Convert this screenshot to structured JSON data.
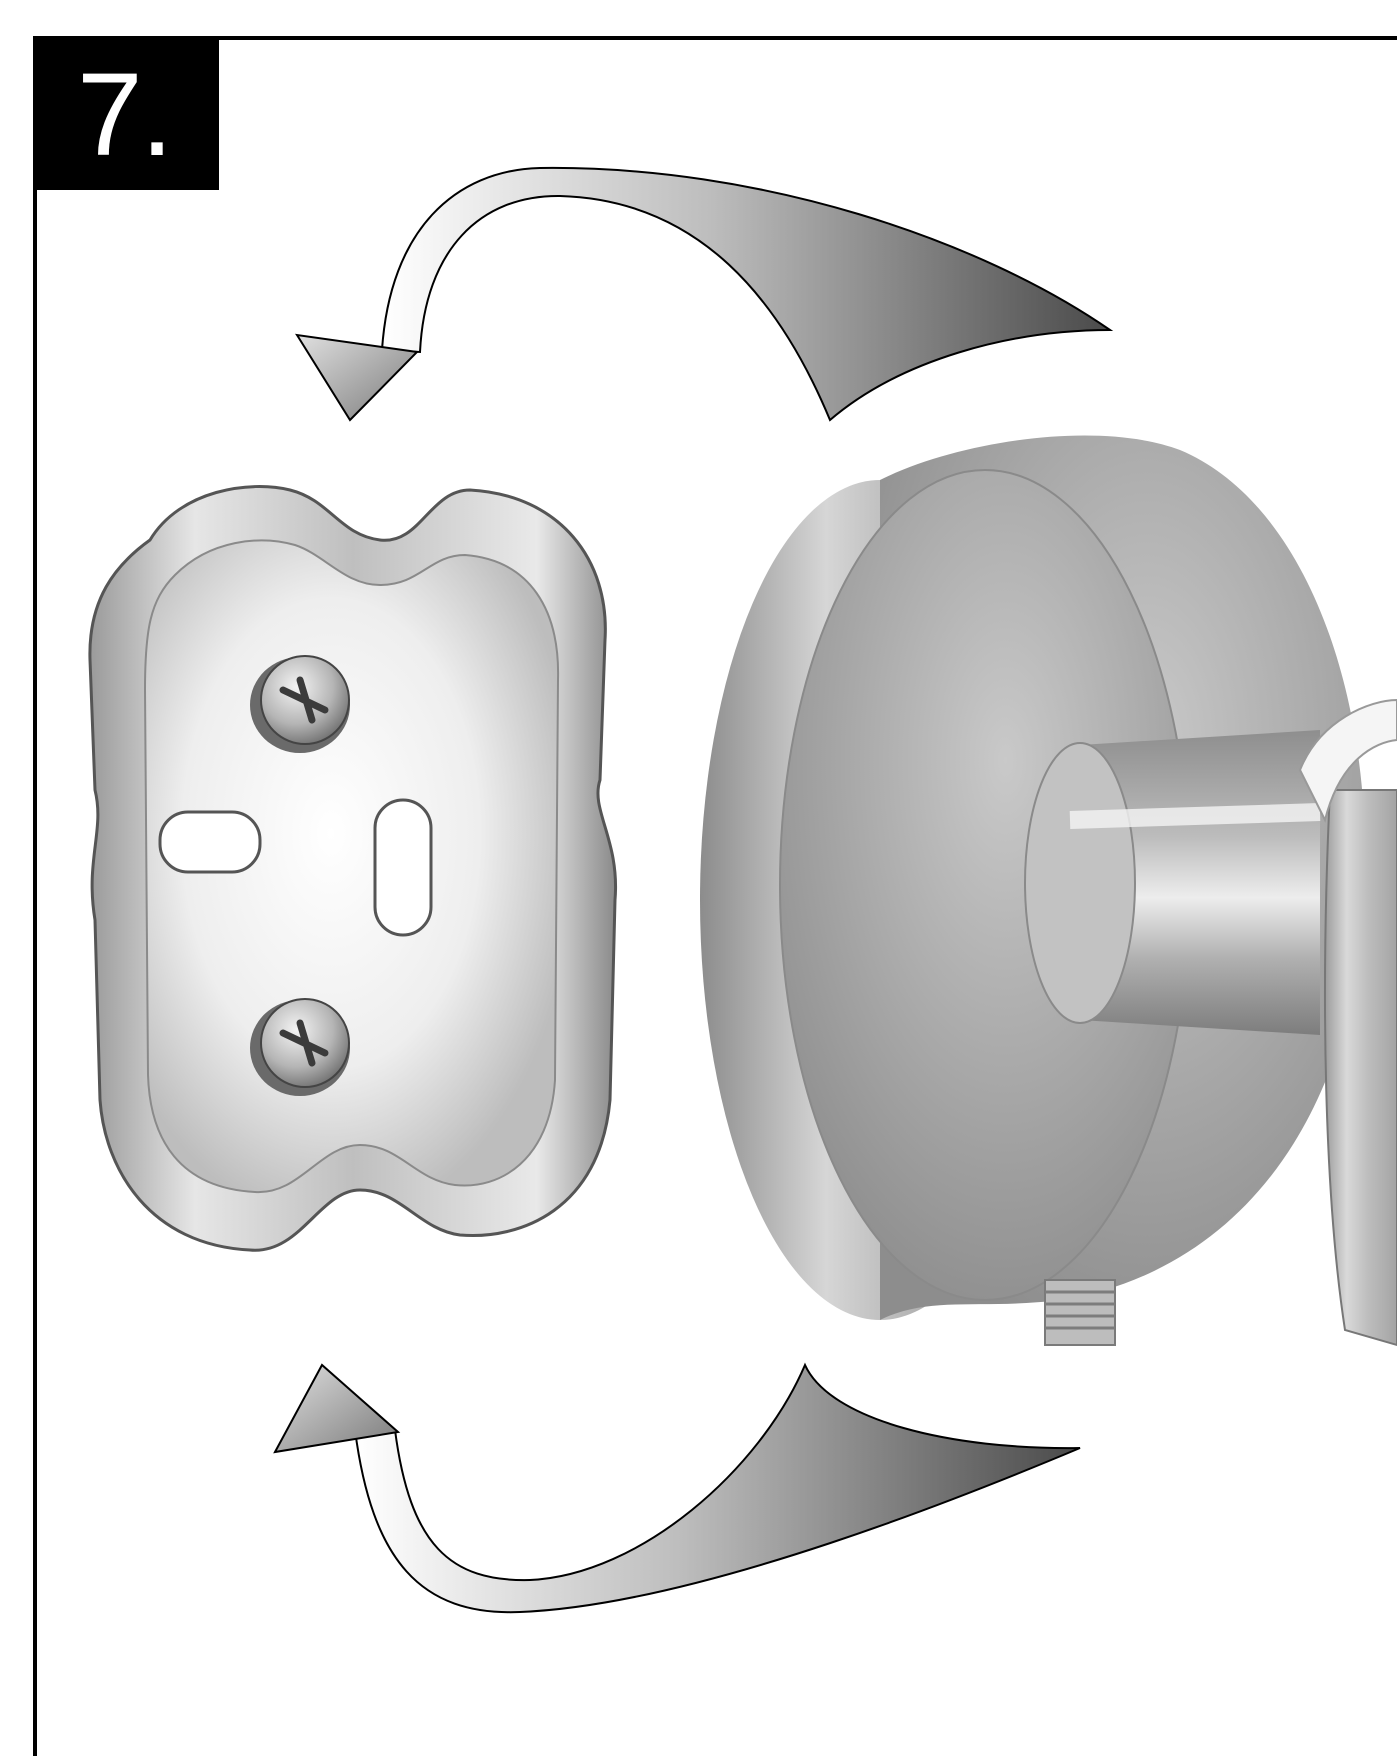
{
  "step": {
    "number_label": "7."
  },
  "colors": {
    "frame": "#000000",
    "badge_bg": "#000000",
    "badge_text": "#ffffff",
    "arrow_dark": "#555555",
    "arrow_light": "#f2f2f2",
    "metal_mid": "#a9a9a9"
  },
  "icons": {
    "top_arrow": "rotate-counterclockwise-arrow",
    "bottom_arrow": "rotate-clockwise-arrow"
  }
}
